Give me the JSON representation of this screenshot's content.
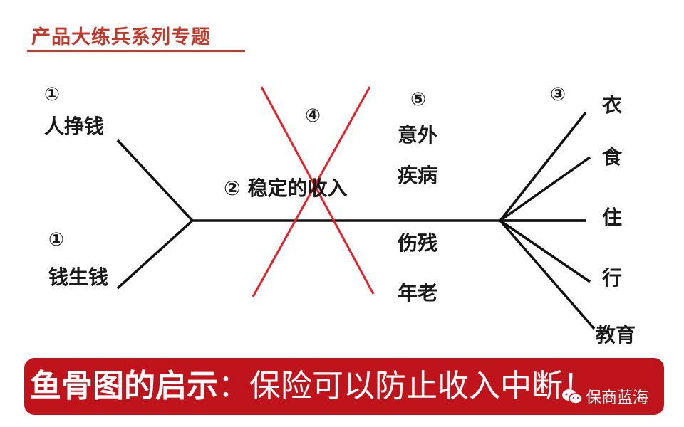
{
  "header": {
    "title": "产品大练兵系列专题"
  },
  "diagram": {
    "left_labels": {
      "earn_by_person": "人挣钱",
      "money_makes_money": "钱生钱"
    },
    "left_numbers": {
      "top": "①",
      "bottom": "①"
    },
    "center_label": "② 稳定的收入",
    "cross_number": "④",
    "risk_number": "⑤",
    "risks": [
      "意外",
      "疾病",
      "伤残",
      "年老"
    ],
    "right_number": "③",
    "needs": [
      "衣",
      "食",
      "住",
      "行",
      "教育"
    ],
    "colors": {
      "line": "#111111",
      "cross": "#e8202a",
      "banner": "#c0141c"
    }
  },
  "banner": {
    "heading": "鱼骨图的启示",
    "colon": "：",
    "message": "保险可以防止收入中断！"
  },
  "watermark": {
    "text": "保商蓝海",
    "icon": "wechat-icon"
  }
}
